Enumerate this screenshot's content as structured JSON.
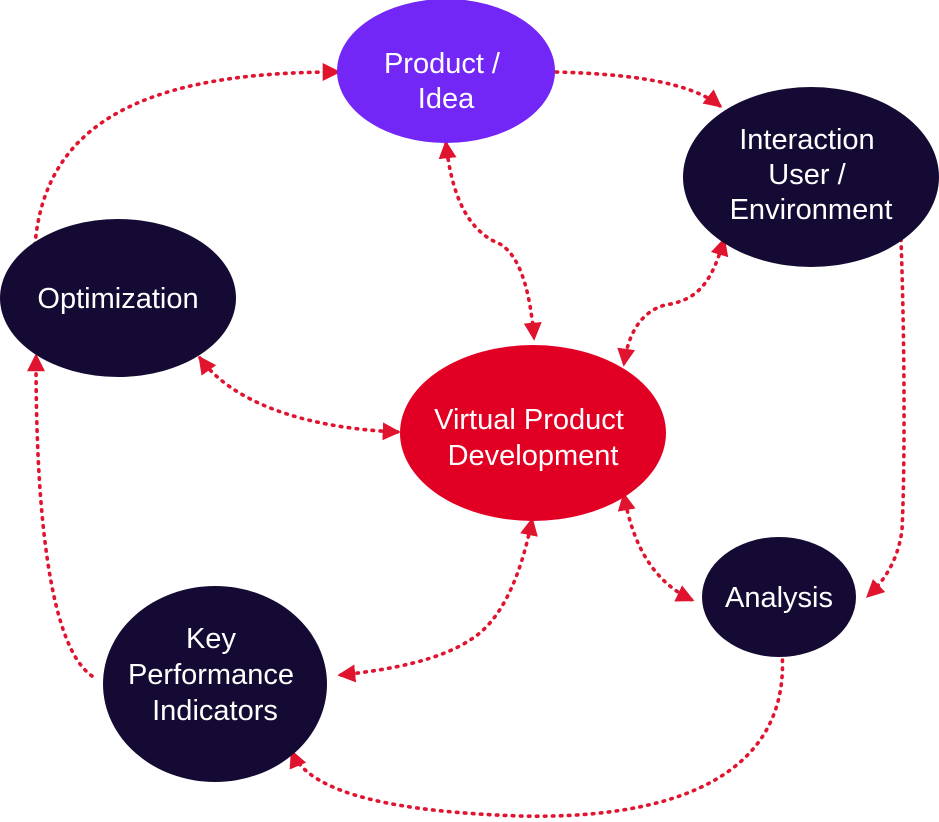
{
  "colors": {
    "product_idea": "#7227f7",
    "dark_node": "#150a33",
    "center_node": "#e10024",
    "connector": "#e0142f",
    "label_text": "#ffffff"
  },
  "nodes": {
    "product_idea": {
      "lines": [
        "Product /",
        "Idea"
      ]
    },
    "interaction": {
      "lines": [
        "Interaction",
        "User /",
        "Environment"
      ]
    },
    "optimization": {
      "lines": [
        "Optimization"
      ]
    },
    "virtual_product_development": {
      "lines": [
        "Virtual Product",
        "Development"
      ]
    },
    "analysis": {
      "lines": [
        "Analysis"
      ]
    },
    "kpi": {
      "lines": [
        "Key",
        "Performance",
        "Indicators"
      ]
    }
  }
}
